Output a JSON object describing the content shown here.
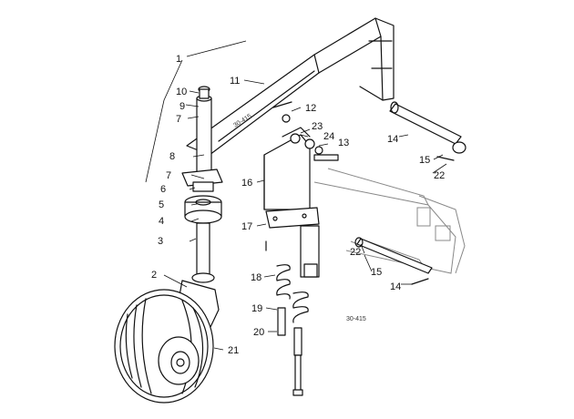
{
  "diagram": {
    "figure_code": "30-415",
    "callouts": [
      {
        "id": "c1",
        "label": "1"
      },
      {
        "id": "c2",
        "label": "2"
      },
      {
        "id": "c3",
        "label": "3"
      },
      {
        "id": "c4",
        "label": "4"
      },
      {
        "id": "c5",
        "label": "5"
      },
      {
        "id": "c6",
        "label": "6"
      },
      {
        "id": "c7a",
        "label": "7"
      },
      {
        "id": "c7b",
        "label": "7"
      },
      {
        "id": "c8",
        "label": "8"
      },
      {
        "id": "c9",
        "label": "9"
      },
      {
        "id": "c10",
        "label": "10"
      },
      {
        "id": "c11",
        "label": "11"
      },
      {
        "id": "c12",
        "label": "12"
      },
      {
        "id": "c13",
        "label": "13"
      },
      {
        "id": "c14a",
        "label": "14"
      },
      {
        "id": "c14b",
        "label": "14"
      },
      {
        "id": "c15a",
        "label": "15"
      },
      {
        "id": "c15b",
        "label": "15"
      },
      {
        "id": "c16",
        "label": "16"
      },
      {
        "id": "c17",
        "label": "17"
      },
      {
        "id": "c18",
        "label": "18"
      },
      {
        "id": "c19",
        "label": "19"
      },
      {
        "id": "c20",
        "label": "20"
      },
      {
        "id": "c21",
        "label": "21"
      },
      {
        "id": "c22a",
        "label": "22"
      },
      {
        "id": "c22b",
        "label": "22"
      },
      {
        "id": "c23",
        "label": "23"
      },
      {
        "id": "c24",
        "label": "24"
      }
    ]
  }
}
